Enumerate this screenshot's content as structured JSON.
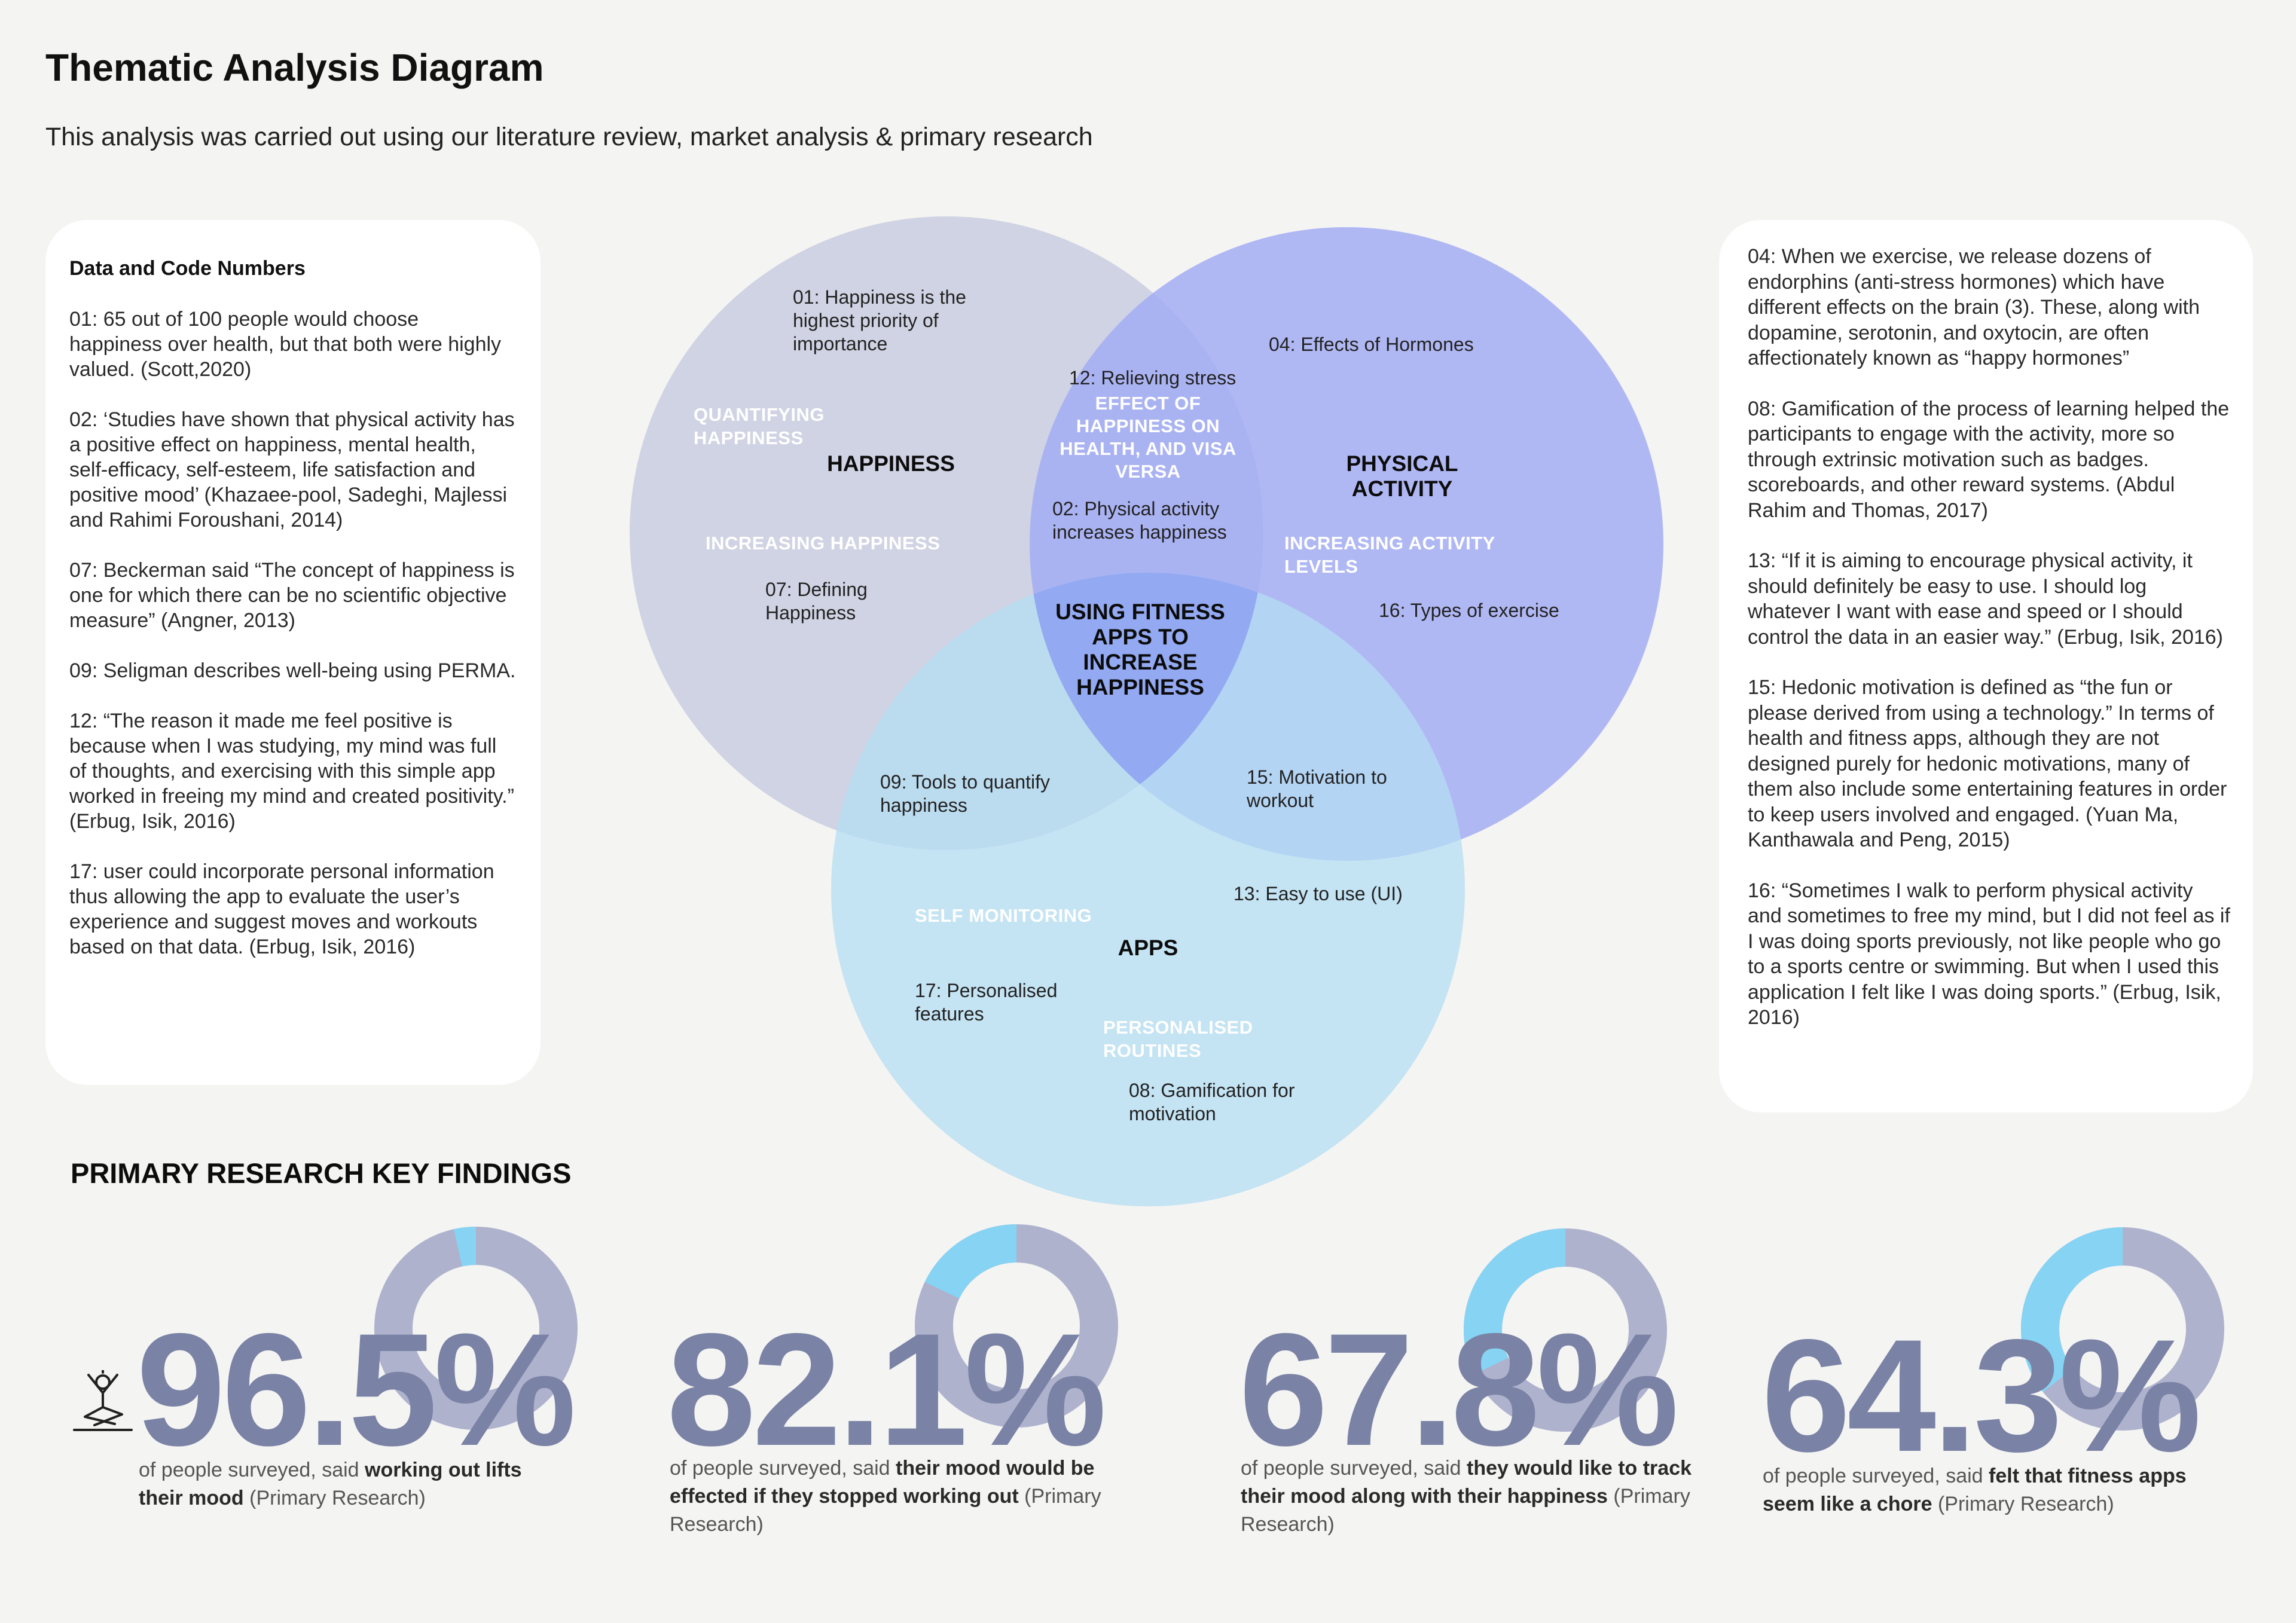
{
  "header": {
    "title": "Thematic Analysis Diagram",
    "subtitle": "This analysis was carried out using our literature review, market analysis & primary research"
  },
  "left_card": {
    "heading": "Data and Code Numbers",
    "entries": [
      "01: 65 out of 100 people would choose happiness over health, but that both were highly valued. (Scott,2020)",
      "02: ‘Studies have shown that physical activity has a positive effect on happiness, mental health, self-efficacy, self-esteem, life satisfaction and positive mood’ (Khazaee-pool, Sadeghi, Majlessi and Rahimi Foroushani, 2014)",
      "07: Beckerman said “The concept of happiness is one for which there can be no scientific objective measure” (Angner, 2013)",
      "09: Seligman describes well-being using PERMA.",
      "12: “The reason it made me feel positive is because when I was studying, my mind was full of thoughts, and exercising with this simple app worked in freeing my mind and created positivity.” (Erbug, Isik, 2016)",
      "17: user could incorporate personal information thus allowing the app to evaluate the user’s experience and suggest moves and workouts based on that data. (Erbug, Isik, 2016)"
    ]
  },
  "right_card": {
    "entries": [
      "04: When we exercise, we release dozens of endorphins (anti-stress hormones) which have different effects on the brain (3). These, along with dopamine, serotonin, and oxytocin, are often affectionately known as “happy hormones”",
      "08: Gamification of the process of learning helped the participants to engage with the activity, more so through extrinsic motivation such as badges. scoreboards, and other reward systems. (Abdul Rahim and Thomas, 2017)",
      "13: “If it is aiming to encourage physical activity, it should definitely be easy to use. I should log whatever I want with ease and speed or I should control the data in an easier way.” (Erbug, Isik, 2016)",
      "15: Hedonic motivation is defined as “the fun or please derived from using a technology.” In terms of health and fitness apps, although they are not designed purely for hedonic motivations, many of them also include some entertaining features in order to keep users involved and engaged. (Yuan Ma, Kanthawala and Peng, 2015)",
      "16: “Sometimes I walk to perform physical activity and sometimes to free my mind, but I did not feel as if I was doing sports previously, not like people who go to a sports centre or swimming. But when I used this application I felt like I was doing sports.” (Erbug, Isik, 2016)"
    ]
  },
  "venn": {
    "colors": {
      "happiness": "#c9cde0",
      "physical": "#a3adf5",
      "apps": "#b4ddf3",
      "center": "#8fa4f2"
    },
    "circles": {
      "happiness": "HAPPINESS",
      "physical": "PHYSICAL ACTIVITY",
      "apps": "APPS",
      "center": "USING FITNESS APPS TO INCREASE HAPPINESS"
    },
    "categories": {
      "quantifying": "QUANTIFYING HAPPINESS",
      "increasing_happiness": "INCREASING HAPPINESS",
      "effect": "EFFECT OF HAPPINESS ON HEALTH, and visa versa",
      "increasing_activity": "INCREASING ACTIVITY LEVELS",
      "self_monitoring": "SELF MONITORING",
      "personalised": "PERSONALISED ROUTINES"
    },
    "codes": {
      "c01": "01: Happiness is the highest priority of importance",
      "c04": "04: Effects of Hormones",
      "c12": "12: Relieving stress",
      "c02": "02: Physical activity increases happiness",
      "c07": "07: Defining Happiness",
      "c16": "16: Types of exercise",
      "c09": "09: Tools to quantify happiness",
      "c15": "15: Motivation to workout",
      "c13": "13: Easy to use (UI)",
      "c17": "17: Personalised features",
      "c08": "08: Gamification for motivation"
    }
  },
  "findings": {
    "title": "PRIMARY RESEARCH KEY FINDINGS",
    "colors": {
      "track": "#aeb2cd",
      "highlight": "#86d3f3",
      "number": "#7a82a5"
    },
    "items": [
      {
        "value": "96.5%",
        "percent": 96.5,
        "pre": "of people surveyed, said ",
        "bold": "working out lifts their mood",
        "post": " (Primary Research)"
      },
      {
        "value": "82.1%",
        "percent": 82.1,
        "pre": "of people surveyed, said ",
        "bold": "their mood would be effected if they stopped working out",
        "post": " (Primary Research)"
      },
      {
        "value": "67.8%",
        "percent": 67.8,
        "pre": "of people surveyed, said ",
        "bold": "they would like to track their mood along with their happiness",
        "post": " (Primary Research)"
      },
      {
        "value": "64.3%",
        "percent": 64.3,
        "pre": "of people surveyed, said ",
        "bold": "felt that fitness apps seem like a chore",
        "post": " (Primary Research)"
      }
    ]
  },
  "icons": {
    "stat_icon": "yoga-person-icon"
  }
}
